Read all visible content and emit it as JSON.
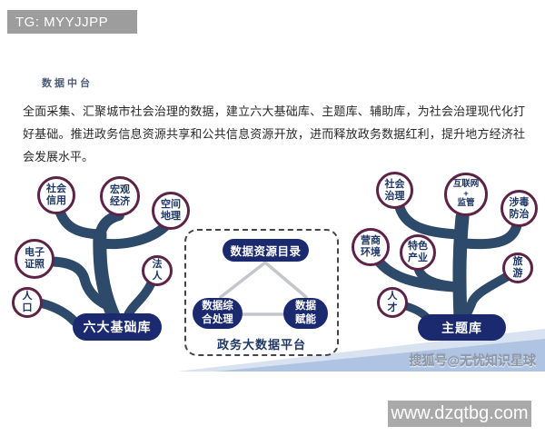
{
  "banner": {
    "text": "TG: MYYJJPP"
  },
  "title": "数据中台",
  "intro": "全面采集、汇聚城市社会治理的数据，建立六大基础库、主题库、辅助库，为社会治理现代化打好基础。推进政务信息资源共享和公共信息资源开放，进而释放政务数据红利，提升地方经济社会发展水平。",
  "left_tree": {
    "pill": "六大基础库",
    "nodes": [
      {
        "id": "social-credit",
        "label": "社会\n信用"
      },
      {
        "id": "macro-economy",
        "label": "宏观\n经济"
      },
      {
        "id": "spatial-geography",
        "label": "空间\n地理"
      },
      {
        "id": "e-certificates",
        "label": "电子\n证照"
      },
      {
        "id": "legal-person",
        "label": "法\n人"
      },
      {
        "id": "population",
        "label": "人\n口"
      }
    ]
  },
  "platform": {
    "top_pill": "数据资源目录",
    "left_pill": "数据综\n合处理",
    "right_pill": "数据\n赋能",
    "label": "政务大数据平台"
  },
  "right_tree": {
    "pill": "主题库",
    "nodes": [
      {
        "id": "social-governance",
        "label": "社会\n治理"
      },
      {
        "id": "internet-regulation",
        "label": "互联网\n+\n监管"
      },
      {
        "id": "drug-prevention",
        "label": "涉毒\n防治"
      },
      {
        "id": "business-environment",
        "label": "营商\n环境"
      },
      {
        "id": "special-industry",
        "label": "特色\n产业"
      },
      {
        "id": "tourism",
        "label": "旅\n游"
      },
      {
        "id": "talent",
        "label": "人\n才"
      }
    ]
  },
  "watermarks": {
    "sohu": "搜狐号@无忧知识星球",
    "site": "www.dzqtbg.com"
  },
  "colors": {
    "pill_navy": "#1b2a6e",
    "circle_border_maroon": "#5d2347",
    "circle_text_navy": "#1e3766",
    "branch_blue": "#2e4a6b",
    "triangle_gray": "#c3c7cc",
    "band_light": "#d8e2f0",
    "band_medium": "#afc4e2",
    "banner_gray": "#9d9d9d",
    "watermark_box_gray": "#a9a9a9"
  }
}
